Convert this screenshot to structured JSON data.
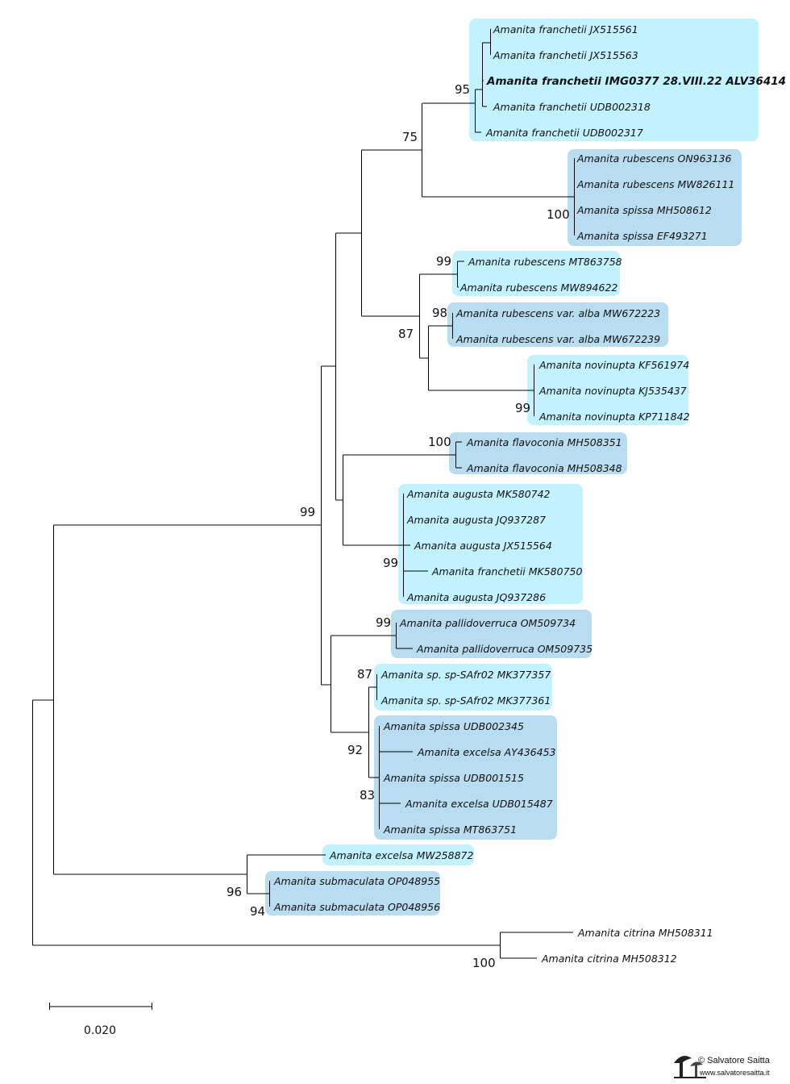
{
  "colors": {
    "light_box": "#c2f2ff",
    "dark_box": "#b8dcf0",
    "line": "#000000"
  },
  "scale_bar": {
    "label": "0.020"
  },
  "watermark": {
    "copyright": "© Salvatore Saitta",
    "url": "www.salvatoresaitta.it",
    "icon": "mushroom-logo-icon"
  },
  "leaves": [
    {
      "id": "l1",
      "label": "Amanita franchetii JX515561"
    },
    {
      "id": "l2",
      "label": "Amanita franchetii JX515563"
    },
    {
      "id": "l3",
      "label": "Amanita franchetii IMG0377 28.VIII.22 ALV36414",
      "bold": true
    },
    {
      "id": "l4",
      "label": "Amanita franchetii UDB002318"
    },
    {
      "id": "l5",
      "label": "Amanita franchetii UDB002317"
    },
    {
      "id": "l6",
      "label": "Amanita rubescens ON963136"
    },
    {
      "id": "l7",
      "label": "Amanita rubescens MW826111"
    },
    {
      "id": "l8",
      "label": "Amanita spissa MH508612"
    },
    {
      "id": "l9",
      "label": "Amanita spissa EF493271"
    },
    {
      "id": "l10",
      "label": "Amanita rubescens MT863758"
    },
    {
      "id": "l11",
      "label": "Amanita rubescens MW894622"
    },
    {
      "id": "l12",
      "label": "Amanita rubescens var. alba MW672223"
    },
    {
      "id": "l13",
      "label": "Amanita rubescens var. alba MW672239"
    },
    {
      "id": "l14",
      "label": "Amanita novinupta KF561974"
    },
    {
      "id": "l15",
      "label": "Amanita novinupta KJ535437"
    },
    {
      "id": "l16",
      "label": "Amanita novinupta KP711842"
    },
    {
      "id": "l17",
      "label": "Amanita flavoconia MH508351"
    },
    {
      "id": "l18",
      "label": "Amanita flavoconia MH508348"
    },
    {
      "id": "l19",
      "label": "Amanita augusta MK580742"
    },
    {
      "id": "l20",
      "label": "Amanita augusta JQ937287"
    },
    {
      "id": "l21",
      "label": "Amanita augusta JX515564"
    },
    {
      "id": "l22",
      "label": "Amanita franchetii MK580750"
    },
    {
      "id": "l23",
      "label": "Amanita augusta JQ937286"
    },
    {
      "id": "l24",
      "label": "Amanita pallidoverruca OM509734"
    },
    {
      "id": "l25",
      "label": "Amanita pallidoverruca OM509735"
    },
    {
      "id": "l26",
      "label": "Amanita sp. sp-SAfr02 MK377357"
    },
    {
      "id": "l27",
      "label": "Amanita sp. sp-SAfr02 MK377361"
    },
    {
      "id": "l28",
      "label": "Amanita spissa UDB002345"
    },
    {
      "id": "l29",
      "label": "Amanita excelsa AY436453"
    },
    {
      "id": "l30",
      "label": "Amanita spissa UDB001515"
    },
    {
      "id": "l31",
      "label": "Amanita excelsa UDB015487"
    },
    {
      "id": "l32",
      "label": "Amanita spissa MT863751"
    },
    {
      "id": "l33",
      "label": "Amanita excelsa MW258872"
    },
    {
      "id": "l34",
      "label": "Amanita submaculata OP048955"
    },
    {
      "id": "l35",
      "label": "Amanita submaculata OP048956"
    },
    {
      "id": "l36",
      "label": "Amanita citrina MH508311"
    },
    {
      "id": "l37",
      "label": "Amanita citrina MH508312"
    }
  ],
  "bootstrap": [
    {
      "id": "b95",
      "value": "95"
    },
    {
      "id": "b75",
      "value": "75"
    },
    {
      "id": "b100a",
      "value": "100"
    },
    {
      "id": "b99a",
      "value": "99"
    },
    {
      "id": "b98",
      "value": "98"
    },
    {
      "id": "b87a",
      "value": "87"
    },
    {
      "id": "b99b",
      "value": "99"
    },
    {
      "id": "b100b",
      "value": "100"
    },
    {
      "id": "b99c",
      "value": "99"
    },
    {
      "id": "b99d",
      "value": "99"
    },
    {
      "id": "b99e",
      "value": "99"
    },
    {
      "id": "b87b",
      "value": "87"
    },
    {
      "id": "b92",
      "value": "92"
    },
    {
      "id": "b83",
      "value": "83"
    },
    {
      "id": "b96",
      "value": "96"
    },
    {
      "id": "b94",
      "value": "94"
    },
    {
      "id": "b100c",
      "value": "100"
    }
  ]
}
